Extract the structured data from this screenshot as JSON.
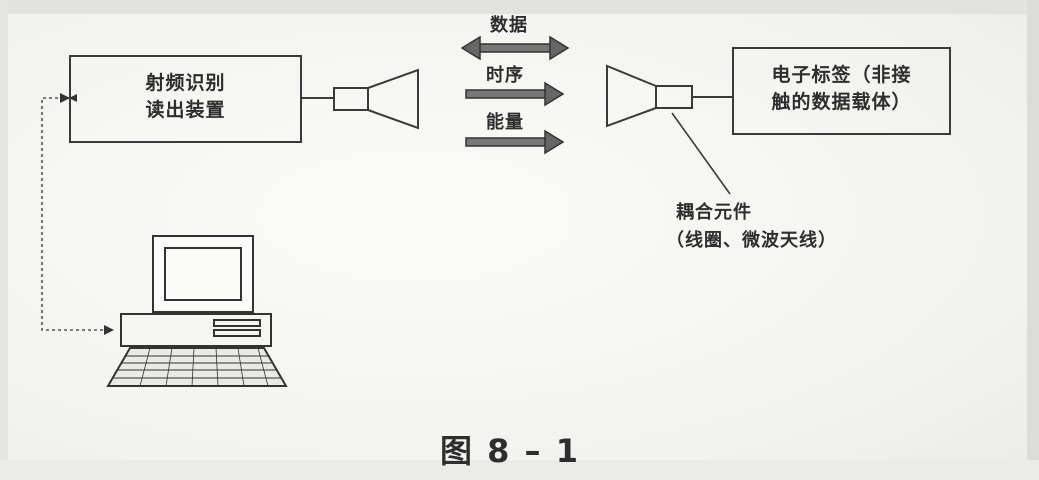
{
  "reader_box": {
    "line1": "射频识别",
    "line2": "读出装置"
  },
  "tag_box": {
    "line1": "电子标签（非接",
    "line2": "触的数据载体）"
  },
  "arrows": {
    "data": "数据",
    "timing": "时序",
    "energy": "能量"
  },
  "coupling": {
    "line1": "耦合元件",
    "line2": "（线圈、微波天线）"
  },
  "caption": "图 8 – 1"
}
